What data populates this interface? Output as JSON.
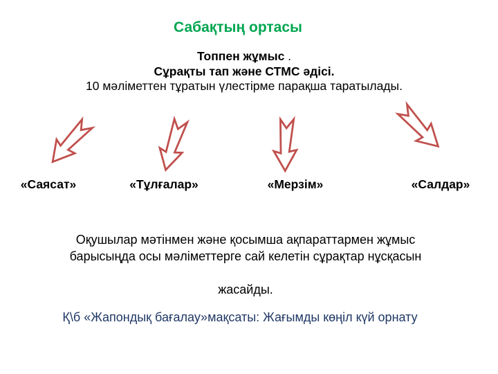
{
  "slide": {
    "title": "Сабақтың ортасы",
    "intro": {
      "line1_bold": "Топпен жұмыс",
      "line1_period": " .",
      "line2": "Сұрақты тап және СТМС әдісі.",
      "line3": "10 мәліметтен тұратын үлестірме парақша таратылады."
    },
    "arrows": [
      {
        "label": "«Саясат»"
      },
      {
        "label": "«Тұлғалар»"
      },
      {
        "label": "«Мерзім»"
      },
      {
        "label": "«Салдар»"
      }
    ],
    "body": "Оқушылар мәтінмен және қосымша ақпараттармен жұмыс\nбарысыңда осы  мәліметтерге сай келетін сұрақтар нұсқасын\n\nжасайды.",
    "footer": "Қ\\б «Жапондық бағалау»мақсаты: Жағымды көңіл күй орнату",
    "colors": {
      "title_green": "#00A651",
      "arrow_red": "#C0504D",
      "footer_navy": "#1F3864"
    }
  }
}
